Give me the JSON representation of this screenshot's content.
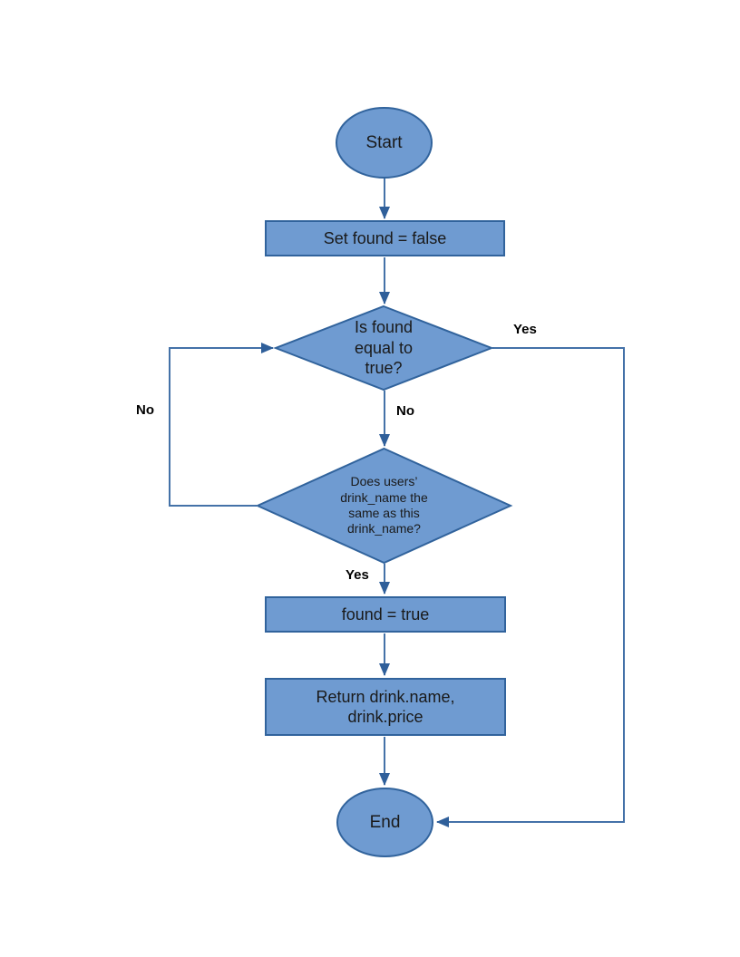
{
  "colors": {
    "shape_fill": "#6f9bd1",
    "shape_border": "#31639c",
    "connector": "#4472a8",
    "arrowhead": "#2f5f9a",
    "text": "#1a1a1a",
    "label_text": "#000000",
    "bg": "#ffffff"
  },
  "diagram": {
    "type": "flowchart",
    "nodes": {
      "start": {
        "label": "Start",
        "shape": "terminator"
      },
      "set_found": {
        "label": "Set found = false",
        "shape": "process"
      },
      "is_found": {
        "label": "Is found\nequal to\ntrue?",
        "shape": "decision"
      },
      "drink_match": {
        "label": "Does users’\ndrink_name the\nsame as this\ndrink_name?",
        "shape": "decision"
      },
      "found_true": {
        "label": "found = true",
        "shape": "process"
      },
      "return_drink": {
        "label": "Return drink.name,\ndrink.price",
        "shape": "process"
      },
      "end": {
        "label": "End",
        "shape": "terminator"
      }
    },
    "edge_labels": {
      "is_found_yes": "Yes",
      "is_found_no": "No",
      "drink_match_no": "No",
      "drink_match_yes": "Yes"
    }
  }
}
